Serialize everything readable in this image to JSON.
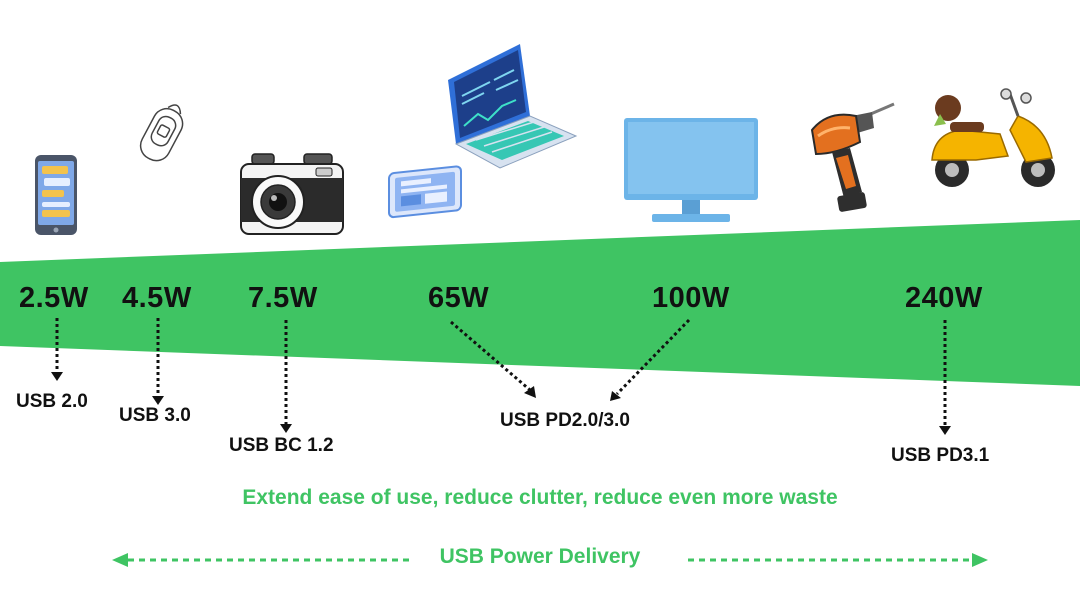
{
  "colors": {
    "band": "#3fc463",
    "accent_text": "#3fc463",
    "text": "#111111"
  },
  "devices": [
    {
      "name": "smartphone",
      "icon": "smartphone-icon"
    },
    {
      "name": "remote-fob",
      "icon": "key-fob-icon"
    },
    {
      "name": "camera",
      "icon": "camera-icon"
    },
    {
      "name": "tablet",
      "icon": "tablet-icon"
    },
    {
      "name": "laptop",
      "icon": "laptop-icon"
    },
    {
      "name": "monitor",
      "icon": "monitor-icon"
    },
    {
      "name": "power-drill",
      "icon": "drill-icon"
    },
    {
      "name": "scooter",
      "icon": "scooter-icon"
    }
  ],
  "power_levels": [
    {
      "watts": "2.5W",
      "standard": "USB 2.0"
    },
    {
      "watts": "4.5W",
      "standard": "USB 3.0"
    },
    {
      "watts": "7.5W",
      "standard": "USB BC 1.2"
    },
    {
      "watts": "65W",
      "standard": "USB PD2.0/3.0"
    },
    {
      "watts": "100W",
      "standard": "USB PD2.0/3.0"
    },
    {
      "watts": "240W",
      "standard": "USB PD3.1"
    }
  ],
  "standards": [
    "USB 2.0",
    "USB 3.0",
    "USB BC 1.2",
    "USB PD2.0/3.0",
    "USB PD3.1"
  ],
  "tagline": "Extend ease of use, reduce clutter, reduce even more waste",
  "footer_label": "USB Power Delivery"
}
